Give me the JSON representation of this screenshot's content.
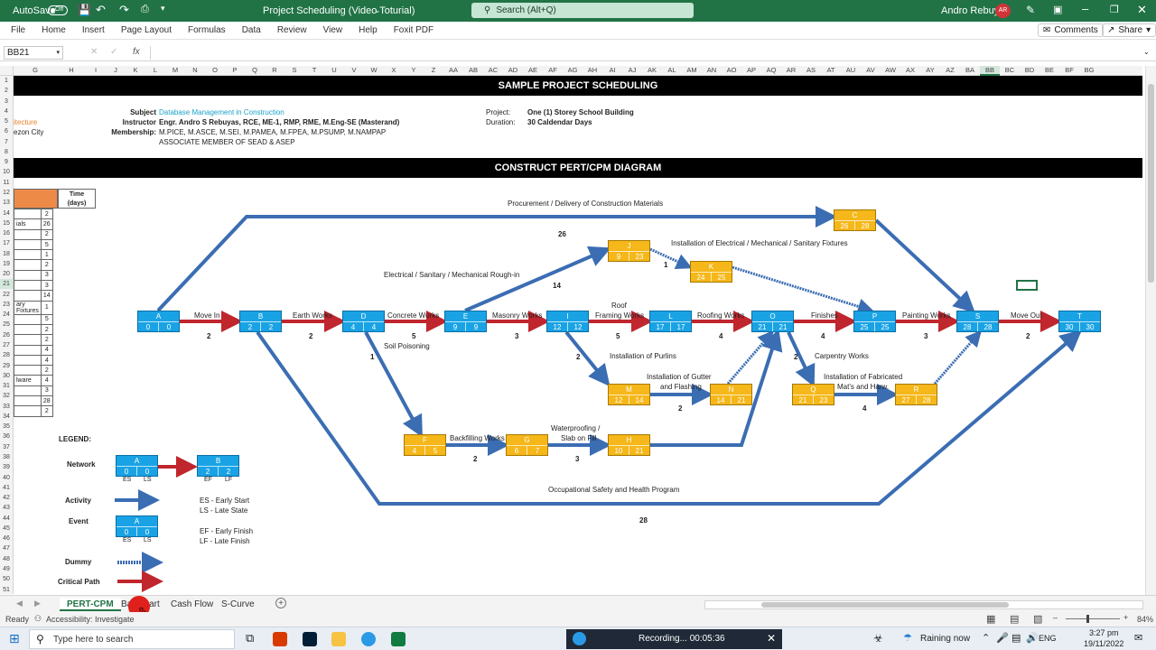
{
  "titlebar": {
    "autosave": "AutoSave",
    "autosave_state": "Off",
    "doc_title": "Project Scheduling (Video Toturial)",
    "search_placeholder": "Search (Alt+Q)",
    "user": "Andro Rebuyas",
    "initials": "AR"
  },
  "menu": [
    "File",
    "Home",
    "Insert",
    "Page Layout",
    "Formulas",
    "Data",
    "Review",
    "View",
    "Help",
    "Foxit PDF"
  ],
  "ribbon_right": {
    "comments": "Comments",
    "share": "Share"
  },
  "formula": {
    "namebox": "BB21",
    "fx": "fx"
  },
  "columns": [
    "G",
    "H",
    "I",
    "J",
    "K",
    "L",
    "M",
    "N",
    "O",
    "P",
    "Q",
    "R",
    "S",
    "T",
    "U",
    "V",
    "W",
    "X",
    "Y",
    "Z",
    "AA",
    "AB",
    "AC",
    "AD",
    "AE",
    "AF",
    "AG",
    "AH",
    "AI",
    "AJ",
    "AK",
    "AL",
    "AM",
    "AN",
    "AO",
    "AP",
    "AQ",
    "AR",
    "AS",
    "AT",
    "AU",
    "AV",
    "AW",
    "AX",
    "AY",
    "AZ",
    "BA",
    "BB",
    "BC",
    "BD",
    "BE",
    "BF",
    "BG"
  ],
  "rows": [
    "1",
    "2",
    "3",
    "4",
    "5",
    "6",
    "7",
    "8",
    "9",
    "10",
    "11",
    "12",
    "13",
    "14",
    "15",
    "16",
    "17",
    "18",
    "19",
    "20",
    "21",
    "22",
    "23",
    "24",
    "25",
    "26",
    "27",
    "28",
    "29",
    "30",
    "31",
    "32",
    "33",
    "34",
    "35",
    "36",
    "37",
    "38",
    "39",
    "40",
    "41",
    "42",
    "43",
    "44",
    "45",
    "46",
    "47",
    "48",
    "49",
    "50",
    "51"
  ],
  "header": {
    "title": "SAMPLE PROJECT SCHEDULING",
    "subject_label": "Subject",
    "subject": "Database Management in Construction",
    "instructor_label": "Instructor",
    "instructor": "Engr. Andro S Rebuyas, RCE, ME-1, RMP, RME, M.Eng-SE (Masterand)",
    "membership_label": "Membership:",
    "membership_1": "M.PICE, M.ASCE, M.SEI, M.PAMEA, M.FPEA, M.PSUMP, M.NAMPAP",
    "membership_2": "ASSOCIATE MEMBER OF SEAD & ASEP",
    "project_label": "Project:",
    "project": "One (1) Storey School Building",
    "duration_label": "Duration:",
    "duration": "30 Caldendar Days",
    "left_1": "itecture",
    "left_2": "ezon City"
  },
  "diagram_title": "CONSTRUCT PERT/CPM DIAGRAM",
  "table": {
    "header_1": "Time",
    "header_2": "(days)",
    "rows": [
      {
        "label": "",
        "value": "2"
      },
      {
        "label": "ials",
        "value": "26"
      },
      {
        "label": "",
        "value": "2"
      },
      {
        "label": "",
        "value": "5"
      },
      {
        "label": "",
        "value": "1"
      },
      {
        "label": "",
        "value": "2"
      },
      {
        "label": "",
        "value": "3"
      },
      {
        "label": "",
        "value": "3"
      },
      {
        "label": "",
        "value": "14"
      },
      {
        "label": "ary Fixtures",
        "value": "1"
      },
      {
        "label": "",
        "value": "5"
      },
      {
        "label": "",
        "value": "2"
      },
      {
        "label": "",
        "value": "2"
      },
      {
        "label": "",
        "value": "4"
      },
      {
        "label": "",
        "value": "4"
      },
      {
        "label": "",
        "value": "2"
      },
      {
        "label": "lware",
        "value": "4"
      },
      {
        "label": "",
        "value": "3"
      },
      {
        "label": "",
        "value": "28"
      },
      {
        "label": "",
        "value": "2"
      }
    ]
  },
  "nodes": [
    {
      "id": "A",
      "es": "0",
      "ls": "0",
      "color": "blue"
    },
    {
      "id": "B",
      "es": "2",
      "ls": "2",
      "color": "blue"
    },
    {
      "id": "D",
      "es": "4",
      "ls": "4",
      "color": "blue"
    },
    {
      "id": "E",
      "es": "9",
      "ls": "9",
      "color": "blue"
    },
    {
      "id": "I",
      "es": "12",
      "ls": "12",
      "color": "blue"
    },
    {
      "id": "L",
      "es": "17",
      "ls": "17",
      "color": "blue"
    },
    {
      "id": "O",
      "es": "21",
      "ls": "21",
      "color": "blue"
    },
    {
      "id": "P",
      "es": "25",
      "ls": "25",
      "color": "blue"
    },
    {
      "id": "S",
      "es": "28",
      "ls": "28",
      "color": "blue"
    },
    {
      "id": "T",
      "es": "30",
      "ls": "30",
      "color": "blue"
    },
    {
      "id": "C",
      "es": "26",
      "ls": "28",
      "color": "yellow"
    },
    {
      "id": "J",
      "es": "9",
      "ls": "23",
      "color": "yellow"
    },
    {
      "id": "K",
      "es": "24",
      "ls": "25",
      "color": "yellow"
    },
    {
      "id": "M",
      "es": "12",
      "ls": "14",
      "color": "yellow"
    },
    {
      "id": "N",
      "es": "14",
      "ls": "21",
      "color": "yellow"
    },
    {
      "id": "Q",
      "es": "21",
      "ls": "23",
      "color": "yellow"
    },
    {
      "id": "R",
      "es": "27",
      "ls": "28",
      "color": "yellow"
    },
    {
      "id": "F",
      "es": "4",
      "ls": "5",
      "color": "yellow"
    },
    {
      "id": "G",
      "es": "6",
      "ls": "7",
      "color": "yellow"
    },
    {
      "id": "H",
      "es": "10",
      "ls": "21",
      "color": "yellow"
    }
  ],
  "activities": [
    {
      "label": "Procurement / Delivery of Construction Materials",
      "duration": "26"
    },
    {
      "label": "Installation of Electrical / Mechanical / Sanitary Fixtures",
      "duration": "1"
    },
    {
      "label": "Electrical / Sanitary / Mechanical Rough-in",
      "duration": "14"
    },
    {
      "label": "Move In",
      "duration": "2"
    },
    {
      "label": "Earth Works",
      "duration": "2"
    },
    {
      "label": "Concrete Works",
      "duration": "5"
    },
    {
      "label": "Masonry Works",
      "duration": "3"
    },
    {
      "label": "Roof",
      "label2": "Framing Works",
      "duration": "5"
    },
    {
      "label": "Roofing Works",
      "duration": "4"
    },
    {
      "label": "Finishes",
      "duration": "4"
    },
    {
      "label": "Painting Works",
      "duration": "3"
    },
    {
      "label": "Move Out",
      "duration": "2"
    },
    {
      "label": "Soil Poisoning",
      "duration": "1"
    },
    {
      "label": "Installation of Purlins",
      "duration": "2"
    },
    {
      "label": "Installation of Gutter",
      "label2": "and Flashing",
      "duration": "2"
    },
    {
      "label": "Carpentry Works",
      "duration": "2"
    },
    {
      "label": "Installation of Fabricated",
      "label2": "Mat's and Harw.",
      "duration": "4"
    },
    {
      "label": "Backfilling Works",
      "duration": "2"
    },
    {
      "label": "Waterproofing /",
      "label2": "Slab on Fill",
      "duration": "3"
    },
    {
      "label": "Occupational Safety and Health Program",
      "duration": "28"
    }
  ],
  "legend": {
    "title": "LEGEND:",
    "network": "Network",
    "activity": "Activity",
    "event": "Event",
    "dummy": "Dummy",
    "critical": "Critical Path",
    "es": "ES - Early Start",
    "ls": "LS - Late State",
    "ef": "EF - Early Finish",
    "lf": "LF - Late Finish",
    "es_short": "ES",
    "ls_short": "LS",
    "ef_short": "EF",
    "lf_short": "LF",
    "node_a": "A",
    "node_b": "B",
    "v0": "0",
    "v2": "2"
  },
  "tabs": [
    "PERT-CPM",
    "Bar Chart",
    "Cash Flow",
    "S-Curve"
  ],
  "status": {
    "ready": "Ready",
    "accessibility": "Accessibility: Investigate",
    "zoom": "84%"
  },
  "taskbar": {
    "search": "Type here to search",
    "recording": "Recording... 00:05:36",
    "weather": "Raining now",
    "lang": "ENG",
    "time": "3:27 pm",
    "date": "19/11/2022"
  },
  "colors": {
    "excel_green": "#217346",
    "node_blue": "#19a3e5",
    "node_yellow": "#f5b719",
    "critical_red": "#c0262d",
    "arrow_blue": "#3b6db3"
  }
}
